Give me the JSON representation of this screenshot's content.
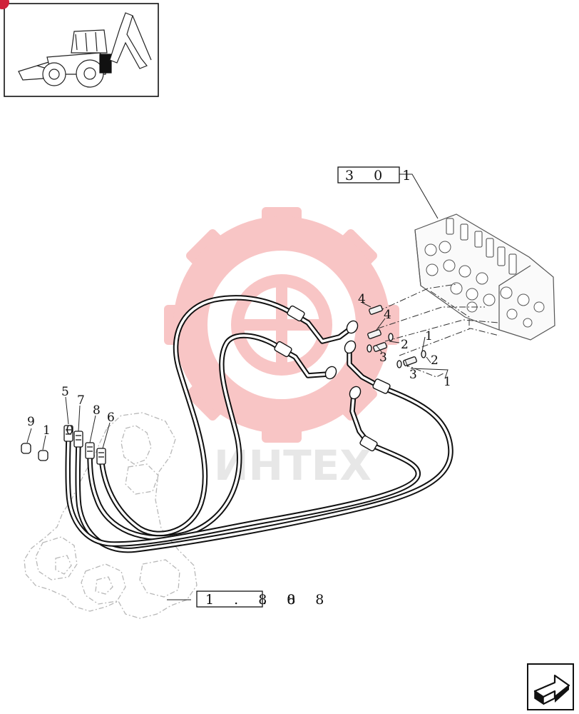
{
  "reference_boxes": {
    "valve_ref": "3 0 1",
    "main_ref_boxed": "1 . 8 8",
    "main_ref_suffix": ". 0 8"
  },
  "callouts": {
    "c1a": "1",
    "c1b": "1",
    "c2a": "2",
    "c2b": "2",
    "c3a": "3",
    "c3b": "3",
    "c4a": "4",
    "c4b": "4",
    "c5": "5",
    "c6": "6",
    "c7": "7",
    "c8": "8",
    "c9": "9",
    "c10": "1 0"
  },
  "watermark": {
    "text": "ИНТЕХ",
    "color": "#f3a5a5"
  },
  "icons": {
    "thumbnail": "backhoe-loader-icon",
    "next": "next-page-arrow-icon"
  }
}
